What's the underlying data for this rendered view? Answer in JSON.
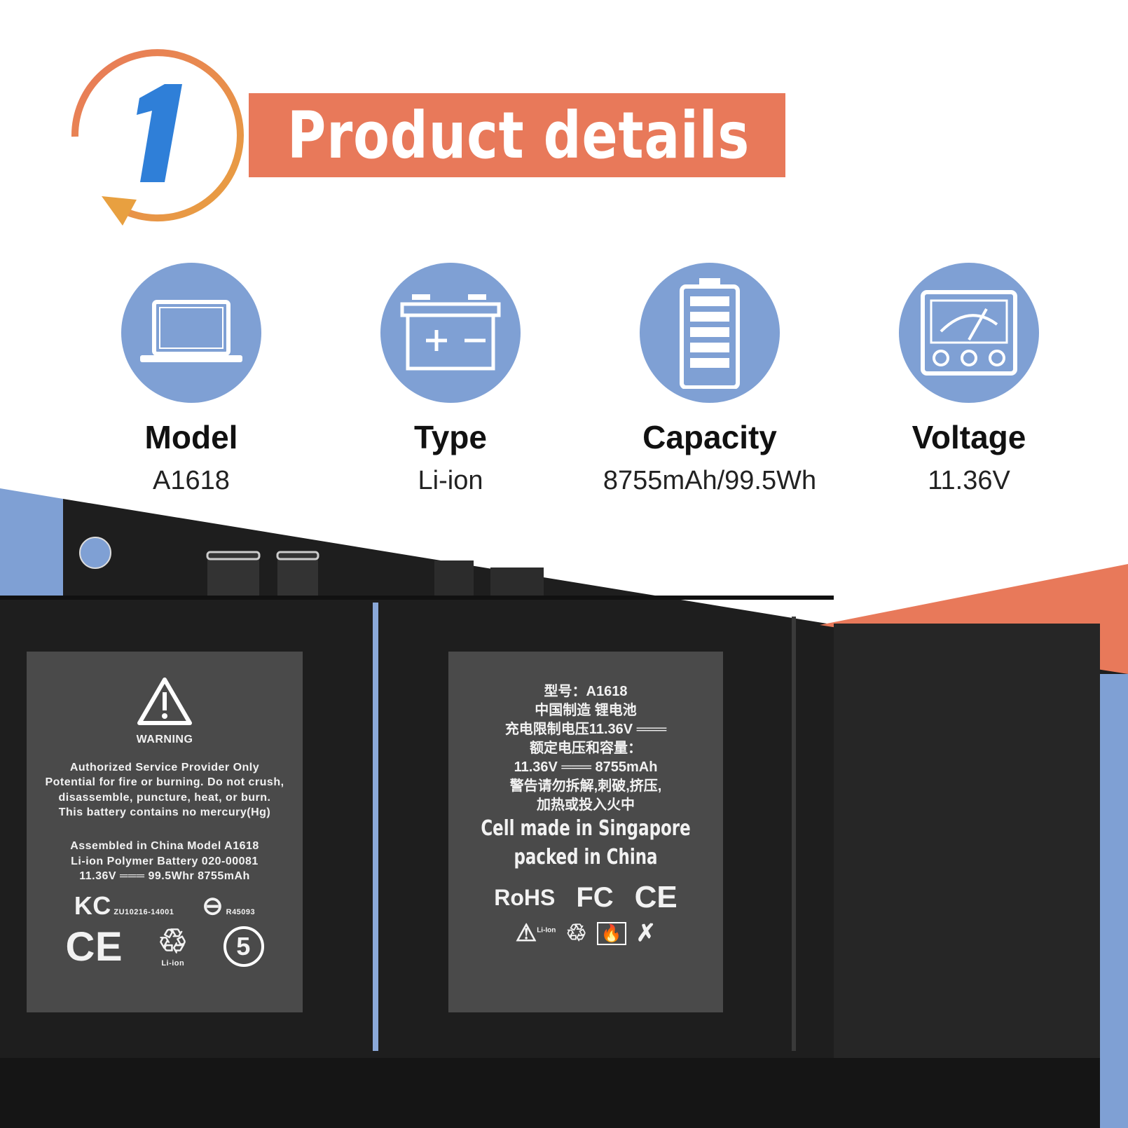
{
  "header": {
    "step_number": "1",
    "title": "Product details"
  },
  "features": [
    {
      "icon": "laptop-icon",
      "label": "Model",
      "value": "A1618"
    },
    {
      "icon": "car-battery-icon",
      "label": "Type",
      "value": "Li-ion"
    },
    {
      "icon": "battery-level-icon",
      "label": "Capacity",
      "value": "8755mAh/99.5Wh"
    },
    {
      "icon": "voltmeter-icon",
      "label": "Voltage",
      "value": "11.36V"
    }
  ],
  "label_left": {
    "warning": "WARNING",
    "lines": [
      "Authorized Service Provider Only",
      "Potential for fire or burning. Do not crush,",
      "disassemble, puncture, heat, or burn.",
      "This battery contains no mercury(Hg)"
    ],
    "specs": [
      "Assembled in China Model A1618",
      "Li-ion Polymer Battery 020-00081",
      "11.36V ═══ 99.5Whr 8755mAh"
    ],
    "kc_code": "ZU10216-14001",
    "r_code": "R45093",
    "recycle_label": "Li-ion",
    "ce": "CE",
    "epup": "5"
  },
  "label_right": {
    "lines": [
      "型号：A1618",
      "中国制造  锂电池",
      "充电限制电压11.36V ═══",
      "额定电压和容量：",
      "11.36V ═══ 8755mAh",
      "警告请勿拆解,刺破,挤压,",
      "加热或投入火中"
    ],
    "made": [
      "Cell made in Singapore",
      "packed in China"
    ],
    "marks": [
      "RoHS",
      "FC",
      "CE"
    ],
    "small_label": "Li-Ion"
  },
  "colors": {
    "orange": "#e8795a",
    "blue": "#7fa0d4",
    "accent_blue": "#2f7fd8",
    "label_gray": "#4a4a4a",
    "battery_black": "#1e1e1e"
  }
}
